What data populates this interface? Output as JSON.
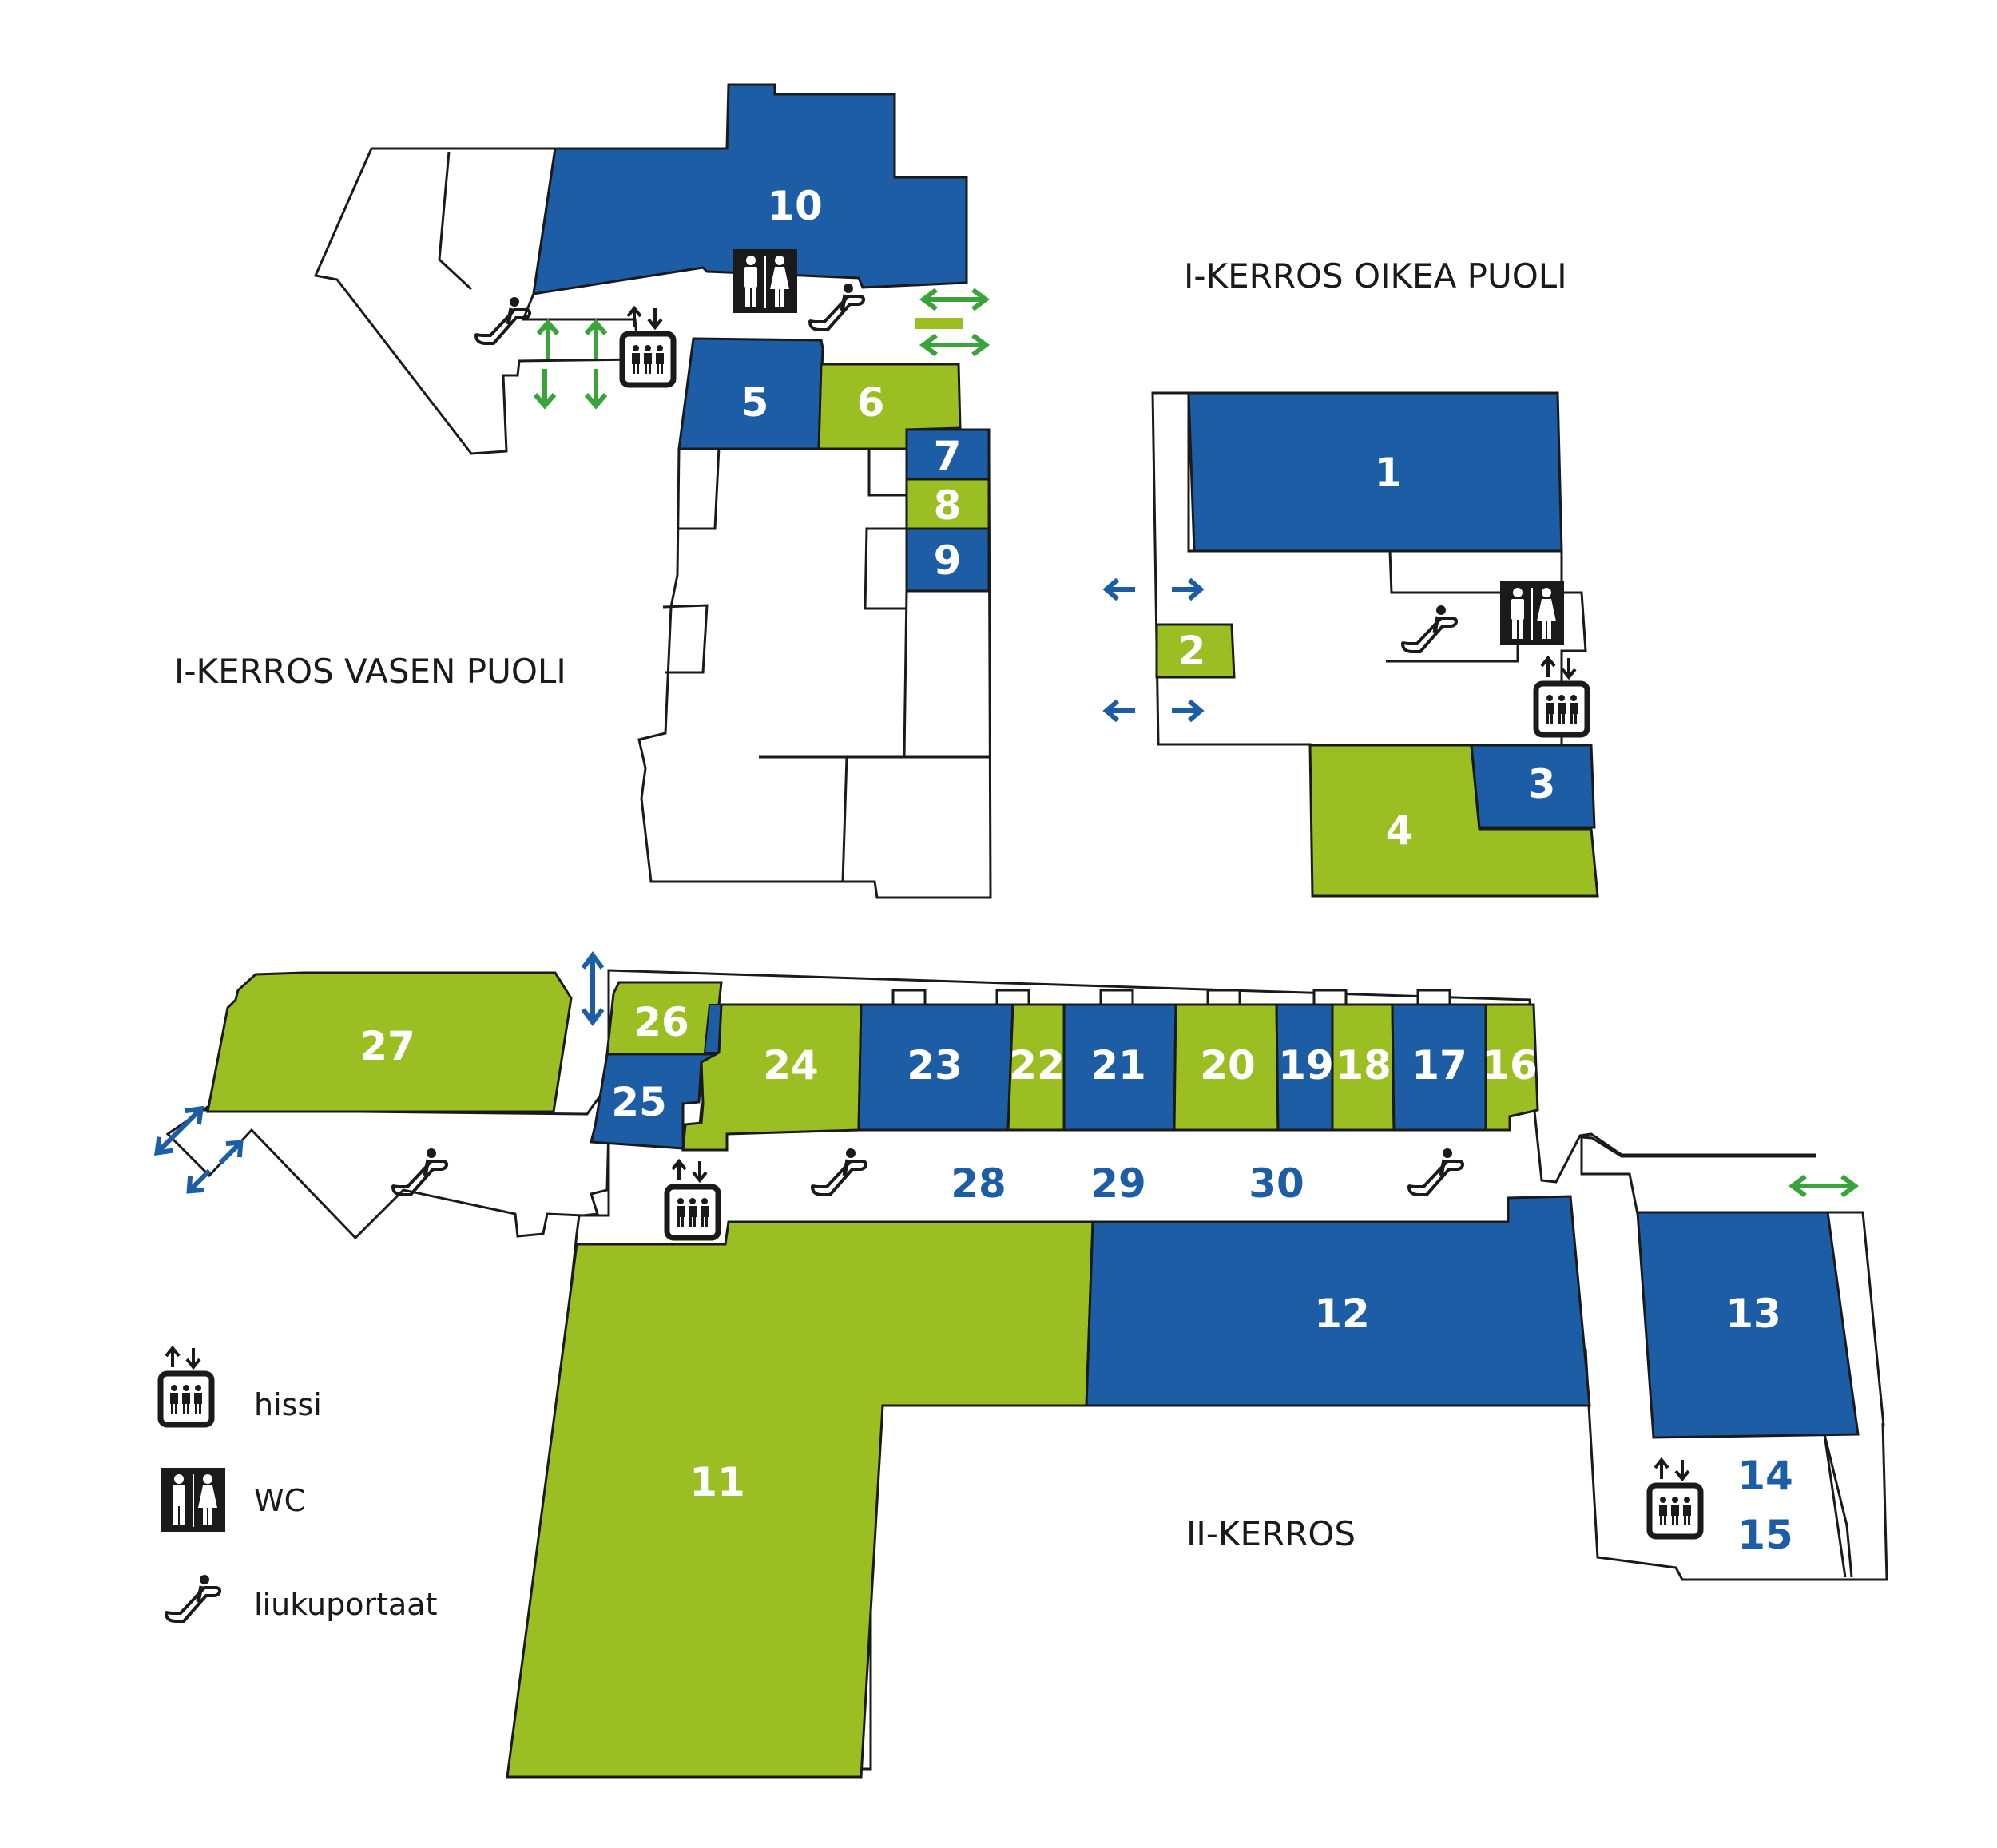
{
  "colors": {
    "blue": "#1d5da5",
    "green": "#9bbf22",
    "outline": "#1a1a1a",
    "arrow_green": "#3aa33a",
    "arrow_blue": "#1d5da5"
  },
  "floors": {
    "left": "I-KERROS VASEN PUOLI",
    "right": "I-KERROS OIKEA PUOLI",
    "second": "II-KERROS"
  },
  "units": [
    {
      "id": "u1",
      "label": "1",
      "color": "blue"
    },
    {
      "id": "u2",
      "label": "2",
      "color": "green"
    },
    {
      "id": "u3",
      "label": "3",
      "color": "blue"
    },
    {
      "id": "u4",
      "label": "4",
      "color": "green"
    },
    {
      "id": "u5",
      "label": "5",
      "color": "blue"
    },
    {
      "id": "u6",
      "label": "6",
      "color": "green"
    },
    {
      "id": "u7",
      "label": "7",
      "color": "blue"
    },
    {
      "id": "u8",
      "label": "8",
      "color": "green"
    },
    {
      "id": "u9",
      "label": "9",
      "color": "blue"
    },
    {
      "id": "u10",
      "label": "10",
      "color": "blue"
    },
    {
      "id": "u11",
      "label": "11",
      "color": "green"
    },
    {
      "id": "u12",
      "label": "12",
      "color": "blue"
    },
    {
      "id": "u13",
      "label": "13",
      "color": "blue"
    },
    {
      "id": "u14",
      "label": "14",
      "color": "blue"
    },
    {
      "id": "u15",
      "label": "15",
      "color": "blue"
    },
    {
      "id": "u16",
      "label": "16",
      "color": "green"
    },
    {
      "id": "u17",
      "label": "17",
      "color": "blue"
    },
    {
      "id": "u18",
      "label": "18",
      "color": "green"
    },
    {
      "id": "u19",
      "label": "19",
      "color": "blue"
    },
    {
      "id": "u20",
      "label": "20",
      "color": "green"
    },
    {
      "id": "u21",
      "label": "21",
      "color": "blue"
    },
    {
      "id": "u22",
      "label": "22",
      "color": "green"
    },
    {
      "id": "u23",
      "label": "23",
      "color": "blue"
    },
    {
      "id": "u24",
      "label": "24",
      "color": "green"
    },
    {
      "id": "u25",
      "label": "25",
      "color": "blue"
    },
    {
      "id": "u26",
      "label": "26",
      "color": "green"
    },
    {
      "id": "u27",
      "label": "27",
      "color": "green"
    },
    {
      "id": "u28",
      "label": "28",
      "color": "blue"
    },
    {
      "id": "u29",
      "label": "29",
      "color": "blue"
    },
    {
      "id": "u30",
      "label": "30",
      "color": "blue"
    }
  ],
  "legend": {
    "elevator": "hissi",
    "wc": "WC",
    "escalator": "liukuportaat"
  },
  "icons": [
    "elevator-icon",
    "wc-icon",
    "escalator-icon",
    "arrow-icon"
  ]
}
